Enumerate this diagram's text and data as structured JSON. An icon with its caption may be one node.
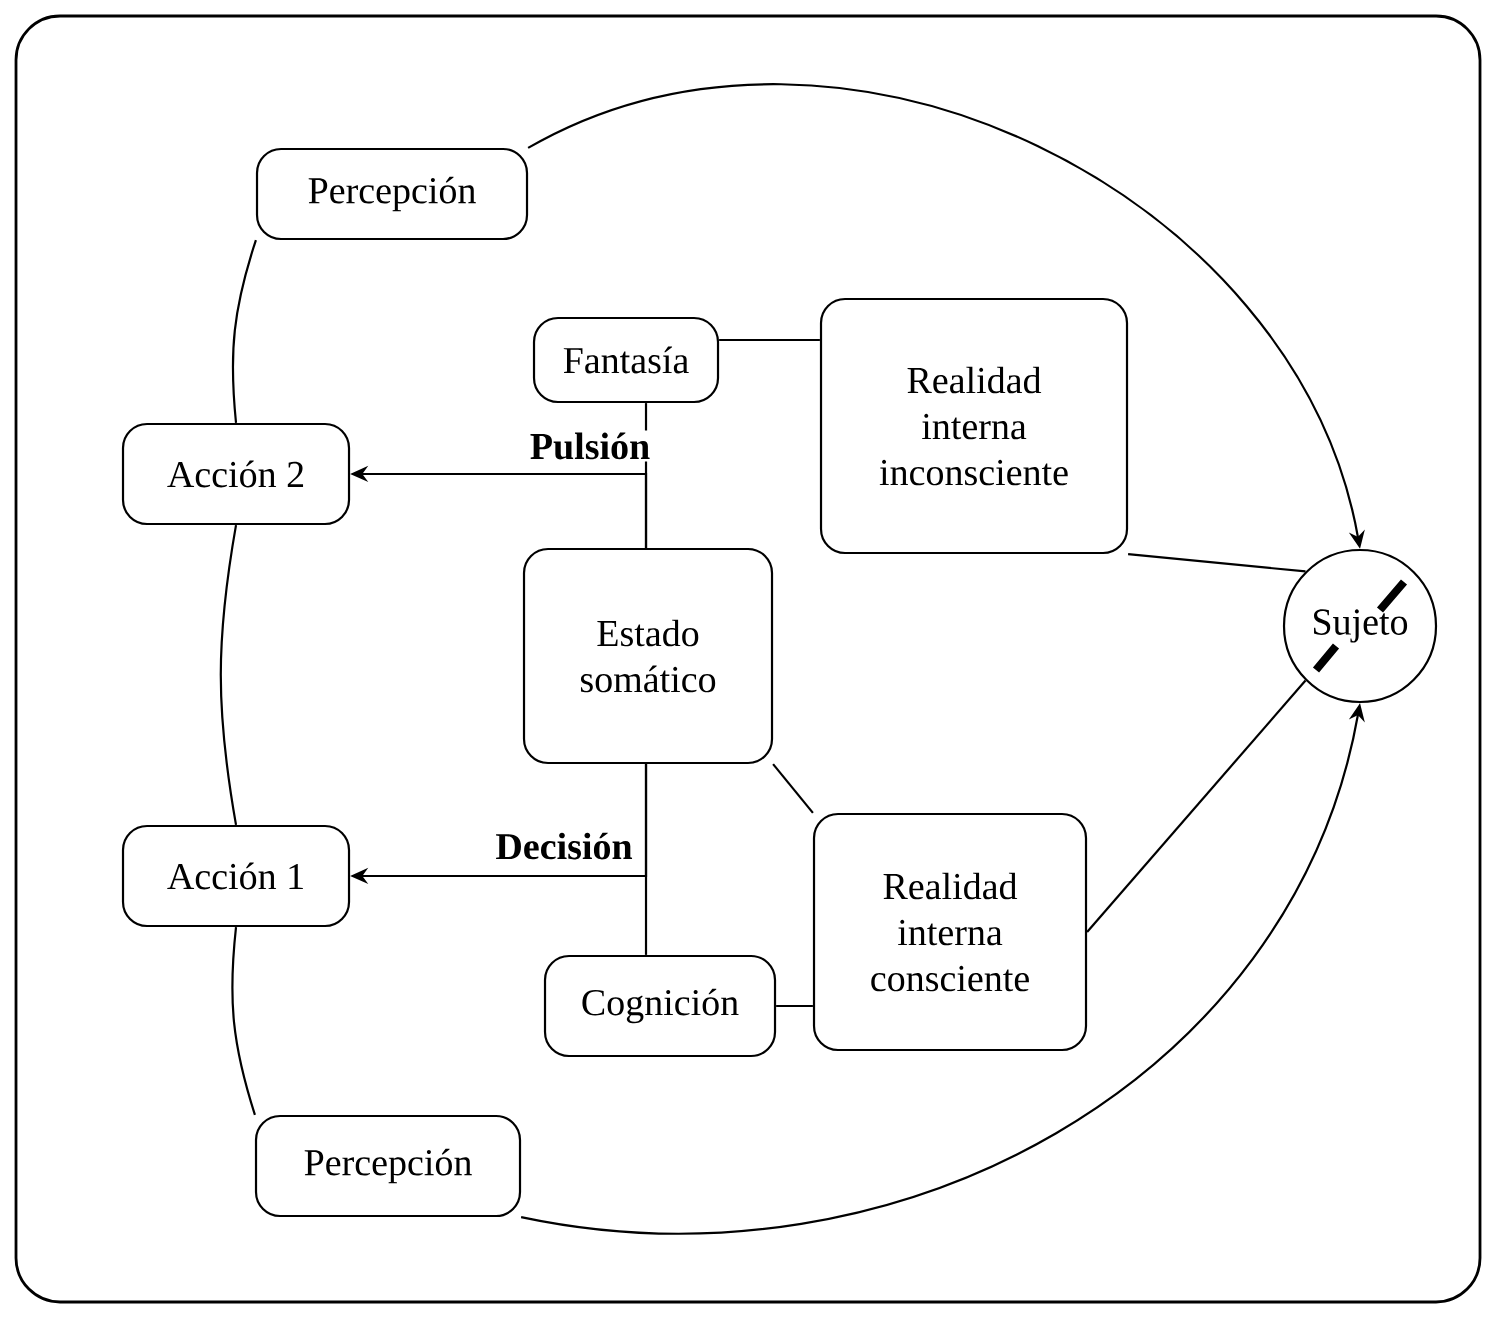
{
  "diagram": {
    "nodes": [
      {
        "text": [
          "Percepción"
        ]
      },
      {
        "text": [
          "Fantasía"
        ]
      },
      {
        "text": [
          "Realidad interna inconsciente"
        ]
      },
      {
        "text": [
          "Acción 2"
        ]
      },
      {
        "text": [
          "Estado somático"
        ]
      },
      {
        "text": [
          "Sujeto"
        ]
      },
      {
        "text": [
          "Acción 1"
        ]
      },
      {
        "text": [
          "Realidad interna consciente"
        ]
      },
      {
        "text": [
          "Cognición"
        ]
      },
      {
        "text": [
          "Percepción"
        ]
      }
    ],
    "edges": [
      {
        "from": 0,
        "to": 5,
        "arrow": "to"
      },
      {
        "from": 0,
        "to": 3,
        "arrow": "none"
      },
      {
        "from": 3,
        "to": 6,
        "arrow": "none"
      },
      {
        "from": 6,
        "to": 9,
        "arrow": "none"
      },
      {
        "from": 9,
        "to": 5,
        "arrow": "to"
      },
      {
        "from": 1,
        "to": 4,
        "arrow": "none"
      },
      {
        "from": 4,
        "to": 3,
        "arrow": "to",
        "label": "Pulsión"
      },
      {
        "from": 1,
        "to": 2,
        "arrow": "none"
      },
      {
        "from": 2,
        "to": 5,
        "arrow": "none"
      },
      {
        "from": 4,
        "to": 6,
        "arrow": "to",
        "label": "Decisión"
      },
      {
        "from": 8,
        "to": 4,
        "arrow": "none"
      },
      {
        "from": 4,
        "to": 7,
        "arrow": "none"
      },
      {
        "from": 8,
        "to": 7,
        "arrow": "none"
      },
      {
        "from": 7,
        "to": 5,
        "arrow": "none"
      }
    ]
  }
}
